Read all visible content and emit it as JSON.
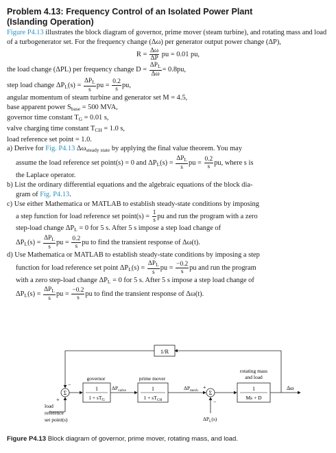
{
  "problem": {
    "title_line1": "Problem 4.13: Frequency Control of an Isolated Power Plant",
    "title_line2": "(Islanding Operation)",
    "intro_link": "Figure P4.13",
    "intro_text": " illustrates the block diagram of governor, prime mover (steam turbine), and rotating mass and load of a turbogenerator set. For the frequency change (Δω) per generator output power change (ΔP),",
    "eq_R": {
      "lhs": "R =",
      "num": "Δω",
      "den": "ΔP",
      "rhs": "pu = 0.01 pu,"
    },
    "load_change": {
      "text": "the load change (ΔPL) per frequency change D =",
      "num": "ΔP",
      "num_sub": "L",
      "den": "Δω",
      "rhs": "= 0.8pu,"
    },
    "step_load": {
      "text": "step load change ΔP",
      "sub": "L",
      "text2": "(s) =",
      "num1": "ΔP",
      "num1_sub": "L",
      "den1": "s",
      "mid": "pu =",
      "num2": "0.2",
      "den2": "s",
      "rhs": "pu,"
    },
    "params": [
      "angular momentum of steam turbine and generator set M = 4.5,",
      "base apparent power S",
      "governor time constant T",
      "valve charging time constant T",
      "load reference set point = 1.0."
    ],
    "param_base": {
      "sub": "base",
      "rest": " = 500 MVA,"
    },
    "param_gov": {
      "sub": "G",
      "rest": " = 0.01 s,"
    },
    "param_valve": {
      "sub": "CH",
      "rest": " = 1.0 s,"
    },
    "item_a": {
      "label": "a)",
      "pre": "Derive for ",
      "link": "Fig. P4.13",
      "post": " Δω",
      "sub": "steady state",
      "post2": " by applying the final value theorem. You may",
      "line2a": "assume the load reference set point(s) = 0 and ΔP",
      "line2_sub": "L",
      "line2b": "(s) =",
      "num1": "ΔP",
      "num1_sub": "L",
      "den1": "s",
      "mid": "pu =",
      "num2": "0.2",
      "den2": "s",
      "line2c": "pu, where s is",
      "line3": "the Laplace operator."
    },
    "item_b": {
      "label": "b)",
      "text1": "List the ordinary differential equations and the algebraic equations of the block dia-",
      "text2_pre": "gram of ",
      "text2_link": "Fig. P4.13",
      "text2_post": "."
    },
    "item_c": {
      "label": "c)",
      "text1": "Use either Mathematica or MATLAB to establish steady-state conditions by imposing",
      "text2a": "a step function for load reference set point(s) =",
      "num": "1",
      "den": "s",
      "text2b": "pu and run the program with a zero",
      "text3": "step-load change ΔP",
      "text3_sub": "L",
      "text3b": " = 0 for 5 s. After 5 s impose a step load change of",
      "text4a": "ΔP",
      "text4_sub": "L",
      "text4b": "(s) =",
      "num1": "ΔP",
      "num1_sub": "L",
      "den1": "s",
      "mid": "pu =",
      "num2": "0.2",
      "den2": "s",
      "text4c": "pu to find the transient response of Δω(t)."
    },
    "item_d": {
      "label": "d)",
      "text1": "Use Mathematica or MATLAB to establish steady-state conditions by imposing a step",
      "text2a": "function for load reference set point ΔP",
      "text2_sub": "L",
      "text2b": "(s) =",
      "num1": "ΔP",
      "num1_sub": "L",
      "den1": "s",
      "mid": "pu =",
      "num2": "−0.2",
      "den2": "s",
      "text2c": "pu and run the program",
      "text3": "with a zero step-load change ΔP",
      "text3_sub": "L",
      "text3b": " = 0 for 5 s. After 5 s impose a step load change of",
      "text4a": "ΔP",
      "text4_sub": "L",
      "text4b": "(s) =",
      "num1b": "ΔP",
      "num1b_sub": "L",
      "den1b": "s",
      "midb": "pu =",
      "num2b": "−0.2",
      "den2b": "s",
      "text4c": "pu to find the transient response of Δω(t)."
    }
  },
  "diagram": {
    "feedback_label": "1/R",
    "governor_label": "governor",
    "governor_num": "1",
    "governor_den": "1 + sT",
    "governor_den_sub": "G",
    "prime_mover_label": "prime mover",
    "prime_mover_num": "1",
    "prime_mover_den": "1 + sT",
    "prime_mover_den_sub": "CH",
    "rotating_label1": "rotating mass",
    "rotating_label2": "and load",
    "rotating_num": "1",
    "rotating_den": "Ms + D",
    "dp_valve": "ΔP",
    "dp_valve_sub": "valve",
    "dp_mech": "ΔP",
    "dp_mech_sub": "mech",
    "dp_load": "ΔP",
    "dp_load_sub": "L",
    "dp_load_tail": "(s)",
    "output": "Δω",
    "input1": "load",
    "input2": "reference",
    "input3": "set point(s)",
    "sum1_plus": "+",
    "sum1_minus": "−",
    "sum2_plus": "+",
    "sum2_minus": "−"
  },
  "caption": {
    "label": "Figure P4.13",
    "text": " Block diagram of governor, prime mover, rotating mass, and load."
  }
}
